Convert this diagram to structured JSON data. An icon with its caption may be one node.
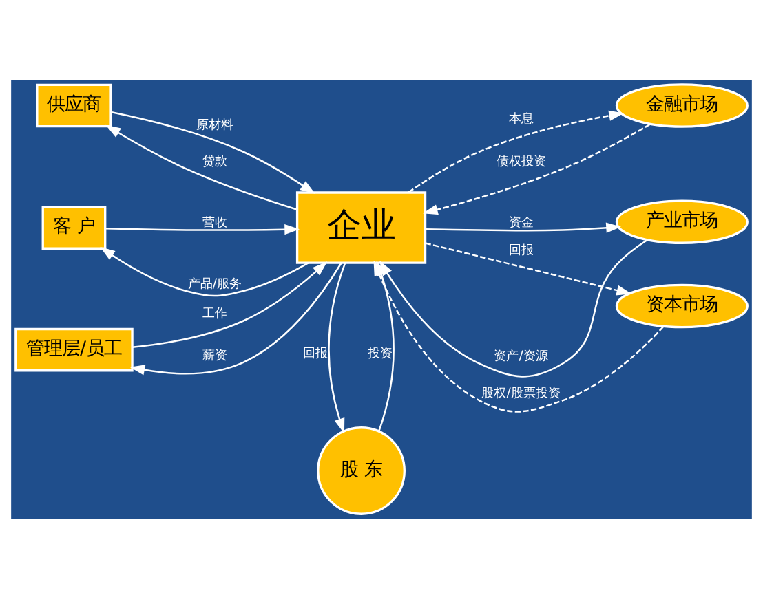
{
  "diagram": {
    "nodes": [
      {
        "text": [
          "股 东"
        ]
      },
      {
        "text": [
          "供应商"
        ]
      },
      {
        "text": [
          "金融市场"
        ]
      },
      {
        "text": [
          "客 户"
        ]
      },
      {
        "text": [
          "企业"
        ]
      },
      {
        "text": [
          "产业市场"
        ]
      },
      {
        "text": [
          "管理层/员工"
        ]
      },
      {
        "text": [
          "资本市场"
        ]
      }
    ],
    "edges": [
      {
        "from": 4,
        "to": 1,
        "arrow": "to",
        "label": "贷款"
      },
      {
        "from": 1,
        "to": 4,
        "arrow": "to",
        "label": "原材料"
      },
      {
        "from": 0,
        "to": 4,
        "arrow": "to",
        "label": "投资"
      },
      {
        "from": 4,
        "to": 0,
        "arrow": "to",
        "label": "回报"
      },
      {
        "from": 4,
        "to": 2,
        "arrow": "to",
        "label": "本息",
        "style": "dashed"
      },
      {
        "from": 2,
        "to": 4,
        "arrow": "to",
        "label": "债权投资",
        "style": "dashed"
      },
      {
        "from": 4,
        "to": 3,
        "arrow": "to",
        "label": "产品/服务"
      },
      {
        "from": 3,
        "to": 4,
        "arrow": "to",
        "label": "营收"
      },
      {
        "from": 4,
        "to": 5,
        "arrow": "to",
        "label": "资金"
      },
      {
        "from": 5,
        "to": 4,
        "arrow": "to",
        "label": "资产/资源"
      },
      {
        "from": 6,
        "to": 4,
        "arrow": "to",
        "label": "工作"
      },
      {
        "from": 4,
        "to": 6,
        "arrow": "to",
        "label": "薪资"
      },
      {
        "from": 7,
        "to": 4,
        "arrow": "to",
        "label": "股权/股票投资",
        "style": "dashed"
      },
      {
        "from": 4,
        "to": 7,
        "arrow": "to",
        "label": "回报",
        "style": "dashed"
      }
    ]
  }
}
